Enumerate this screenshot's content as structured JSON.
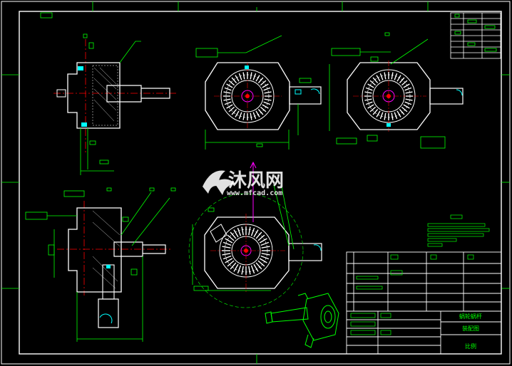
{
  "colors": {
    "background": "#000000",
    "frame": "#ffffff",
    "part_outline": "#ffffff",
    "annotation": "#00ff00",
    "center_line": "#ff0000",
    "cyan": "#00ffff",
    "magenta": "#ff00ff",
    "yellow": "#ffff00",
    "watermark": "#ffffff"
  },
  "watermark": {
    "brand": "沐风网",
    "url": "www.mfcad.com"
  },
  "title_block": {
    "drawing_name": "蜗轮蜗杆",
    "drawing_label": "装配图",
    "scale_label": "比例"
  },
  "views": [
    {
      "name": "front-section-view"
    },
    {
      "name": "top-view-gear"
    },
    {
      "name": "right-view-gear"
    },
    {
      "name": "lower-section-view"
    },
    {
      "name": "lower-gear-view"
    },
    {
      "name": "isometric-view"
    }
  ]
}
